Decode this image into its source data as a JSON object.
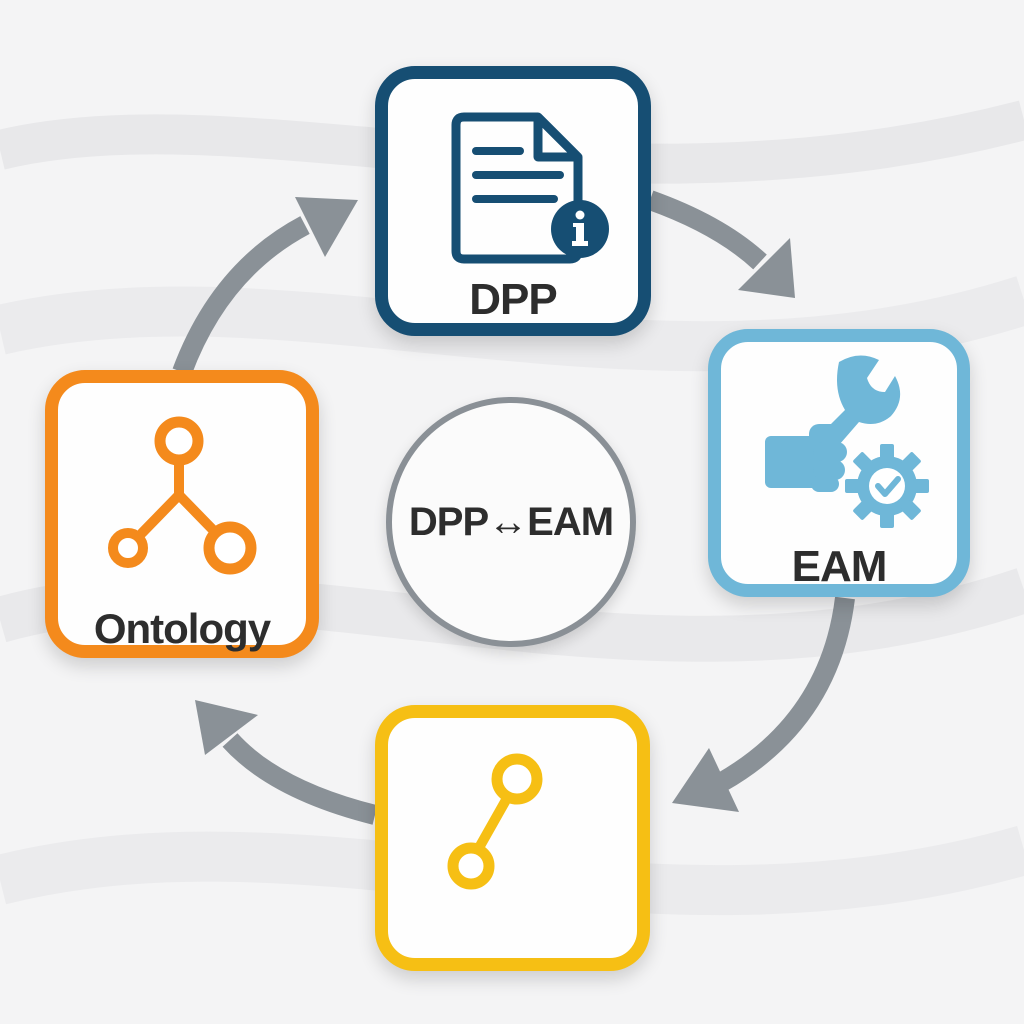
{
  "nodes": {
    "dpp": {
      "label": "DPP",
      "color": "#164e73",
      "icon": "document-info-icon"
    },
    "eam": {
      "label": "EAM",
      "color": "#6fb7d8",
      "icon": "maintenance-wrench-gear-icon"
    },
    "ontology": {
      "label": "Ontology",
      "color": "#f48a1c",
      "icon": "ontology-graph-icon"
    },
    "link": {
      "label": "",
      "color": "#f6bf14",
      "icon": "link-nodes-icon"
    }
  },
  "center": {
    "label": "DPP↔EAM",
    "color": "#8a9096"
  },
  "arrow_color": "#8a9197",
  "flow": [
    "DPP",
    "EAM",
    "link",
    "Ontology"
  ]
}
